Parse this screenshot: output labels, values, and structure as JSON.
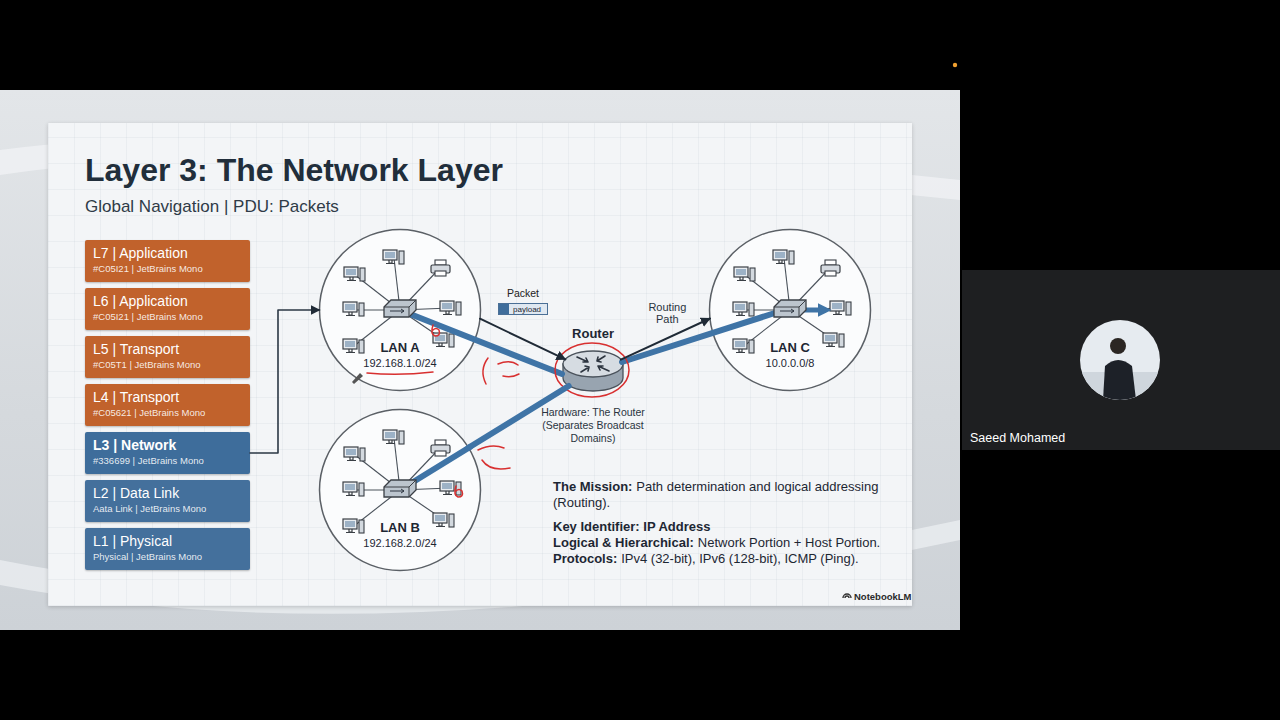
{
  "diagram": {
    "title": "Layer 3: The Network Layer",
    "nodes": [
      {
        "text": [
          "L7 | Application",
          "#C05I21 | JetBrains Mono"
        ]
      },
      {
        "text": [
          "L6 | Application",
          "#C05I21 | JetBrains Mono"
        ]
      },
      {
        "text": [
          "L5 | Transport",
          "#C05T1 | JetBrains Mono"
        ]
      },
      {
        "text": [
          "L4 | Transport",
          "#C05621 | JetBrains Mono"
        ]
      },
      {
        "text": [
          "L3 | Network",
          "#336699 | JetBrains Mono"
        ]
      },
      {
        "text": [
          "L2 | Data Link",
          "Aata Link | JetBrains Mono"
        ]
      },
      {
        "text": [
          "L1 | Physical",
          "Physical | JetBrains Mono"
        ]
      },
      {
        "text": [
          "LAN A",
          "192.168.1.0/24"
        ]
      },
      {
        "text": [
          "Packet",
          "payload"
        ]
      },
      {
        "text": [
          "Router",
          "Hardware: The Router (Separates Broadcast Domains)"
        ]
      },
      {
        "text": [
          "LAN C",
          "10.0.0.0/8"
        ]
      },
      {
        "text": [
          "LAN B",
          "192.168.2.0/24"
        ]
      }
    ],
    "edges": [
      {
        "from": 4,
        "to": 7,
        "arrow": "to"
      },
      {
        "from": 7,
        "to": 9,
        "arrow": "to"
      },
      {
        "from": 9,
        "to": 10,
        "arrow": "to",
        "label": "Routing Path"
      },
      {
        "from": 11,
        "to": 9,
        "arrow": "none"
      }
    ],
    "labels": [
      "Global Navigation | PDU: Packets",
      "The Mission:",
      "Path determination and logical addressing (Routing).",
      "Key Identifier: IP Address",
      "Logical & Hierarchical:",
      "Network Portion + Host Portion.",
      "Protocols:",
      "IPv4 (32-bit), IPv6 (128-bit), ICMP (Ping).",
      "NotebookLM",
      "Saeed Mohamed"
    ]
  }
}
